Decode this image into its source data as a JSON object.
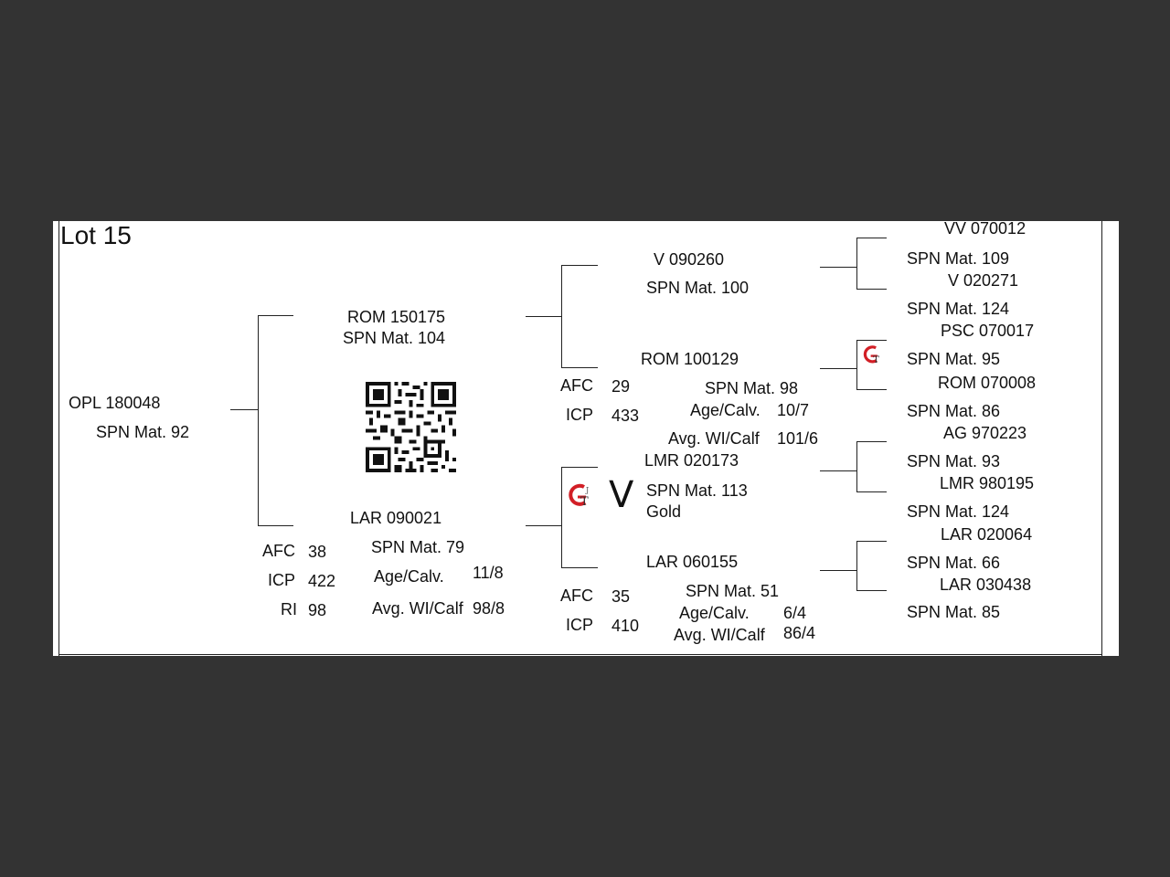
{
  "lot": "Lot 15",
  "animal": {
    "id": "OPL 180048",
    "spn": "SPN Mat. 92"
  },
  "sire": {
    "id": "ROM 150175",
    "spn": "SPN Mat. 104"
  },
  "dam": {
    "id": "LAR 090021",
    "spn": "SPN Mat. 79",
    "age_label": "Age/Calv.",
    "age_value": "11/8",
    "avg_label": "Avg. WI/Calf",
    "avg_value": "98/8",
    "afc_label": "AFC",
    "afc_value": "38",
    "icp_label": "ICP",
    "icp_value": "422",
    "ri_label": "RI",
    "ri_value": "98"
  },
  "ss": {
    "id": "V   090260",
    "spn": "SPN Mat. 100"
  },
  "sd": {
    "id": "ROM 100129",
    "spn": "SPN Mat. 98",
    "afc_label": "AFC",
    "afc_value": "29",
    "icp_label": "ICP",
    "icp_value": "433",
    "age_label": "Age/Calv.",
    "age_value": "10/7",
    "avg_label": "Avg. WI/Calf",
    "avg_value": "101/6"
  },
  "ds": {
    "id": "LMR 020173",
    "big_letter": "V",
    "spn": "SPN Mat. 113",
    "extra": "Gold"
  },
  "dd": {
    "id": "LAR 060155",
    "spn": "SPN Mat. 51",
    "afc_label": "AFC",
    "afc_value": "35",
    "icp_label": "ICP",
    "icp_value": "410",
    "age_label": "Age/Calv.",
    "age_value": "6/4",
    "avg_label": "Avg. WI/Calf",
    "avg_value": "86/4"
  },
  "gen4": [
    {
      "id": "VV  070012",
      "spn": "SPN Mat. 109"
    },
    {
      "id": "V   020271",
      "spn": "SPN Mat. 124"
    },
    {
      "id": "PSC 070017",
      "spn": "SPN Mat. 95"
    },
    {
      "id": "ROM 070008",
      "spn": "SPN Mat. 86"
    },
    {
      "id": "AG  970223",
      "spn": "SPN Mat. 93"
    },
    {
      "id": "LMR 980195",
      "spn": "SPN Mat. 124"
    },
    {
      "id": "LAR 020064",
      "spn": "SPN Mat. 66"
    },
    {
      "id": "LAR 030438",
      "spn": "SPN Mat. 85"
    }
  ],
  "icons": {
    "qr": "qr-code-icon",
    "logo": "gt-logo-icon"
  },
  "colors": {
    "background": "#333333",
    "sheet": "#ffffff",
    "logo_red": "#d21f26"
  }
}
